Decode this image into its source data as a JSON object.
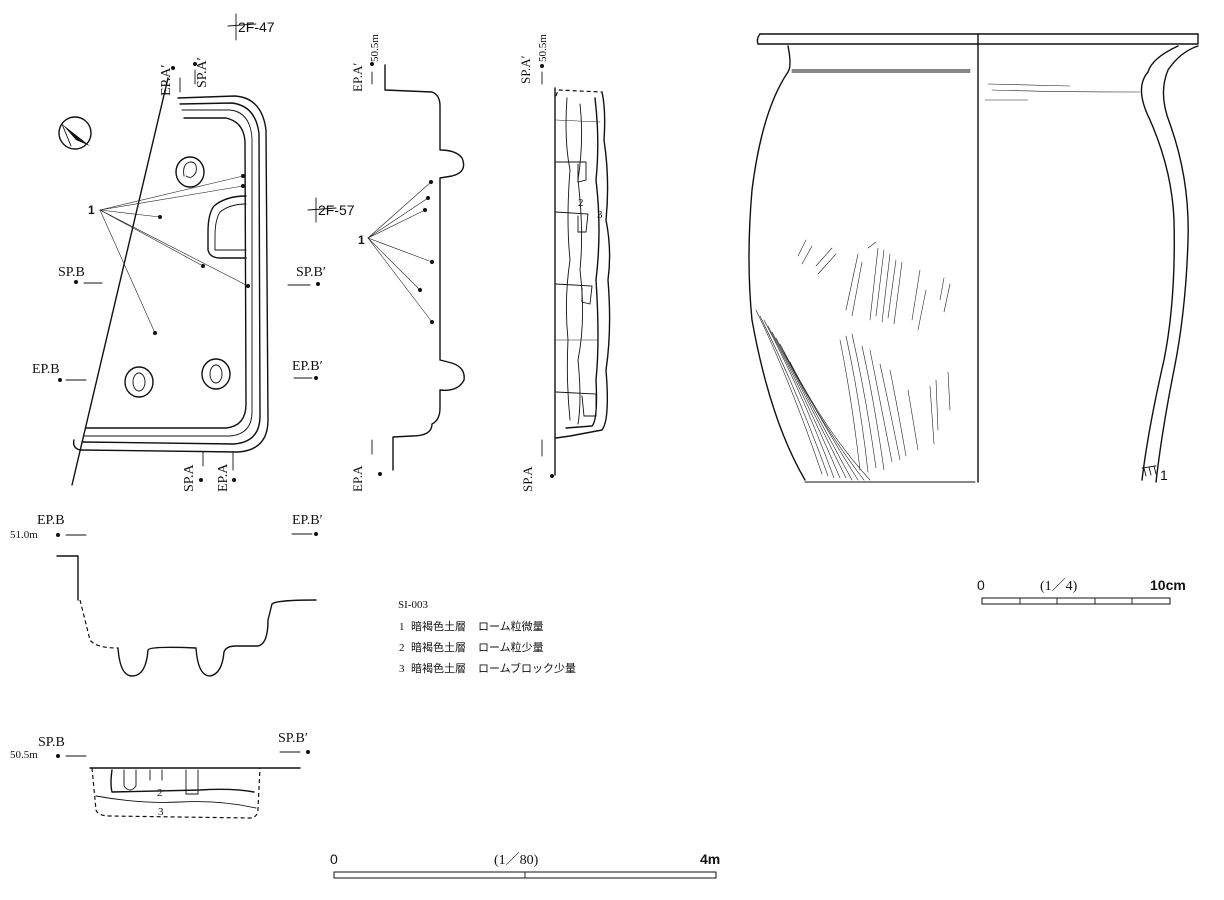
{
  "plan": {
    "points": {
      "ep_a_prime": "EP.A′",
      "sp_a_prime": "SP.A′",
      "sp_b": "SP.B",
      "sp_b_prime": "SP.B′",
      "ep_b": "EP.B",
      "ep_b_prime": "EP.B′",
      "sp_a": "SP.A",
      "ep_a": "EP.A"
    },
    "grid_marks": {
      "upper": "2F-47",
      "lower": "2F-57"
    },
    "layer_marker": "1",
    "icons": [
      "north-arrow-icon"
    ]
  },
  "section_ep_a": {
    "top_label": "EP.A′",
    "elevation": "50.5m",
    "bottom_label": "EP.A",
    "layer_marker": "1"
  },
  "section_sp_a": {
    "top_label": "SP.A′",
    "elevation": "50.5m",
    "bottom_label": "SP.A",
    "layer_2": "2",
    "layer_3": "3"
  },
  "section_ep_b": {
    "left_label": "EP.B",
    "elevation": "51.0m",
    "right_label": "EP.B′"
  },
  "section_sp_b": {
    "left_label": "SP.B",
    "elevation": "50.5m",
    "right_label": "SP.B′",
    "layer_2": "2",
    "layer_3": "3"
  },
  "legend": {
    "feature_id": "SI-003",
    "layers": [
      {
        "no": "1",
        "soil": "暗褐色土層",
        "note": "ローム粒微量"
      },
      {
        "no": "2",
        "soil": "暗褐色土層",
        "note": "ローム粒少量"
      },
      {
        "no": "3",
        "soil": "暗褐色土層",
        "note": "ロームブロック少量"
      }
    ]
  },
  "pottery": {
    "item_number": "1"
  },
  "scale_pottery": {
    "start": "0",
    "ratio": "(1／4)",
    "end": "10cm"
  },
  "scale_feature": {
    "start": "0",
    "ratio": "(1／80)",
    "end": "4m"
  }
}
